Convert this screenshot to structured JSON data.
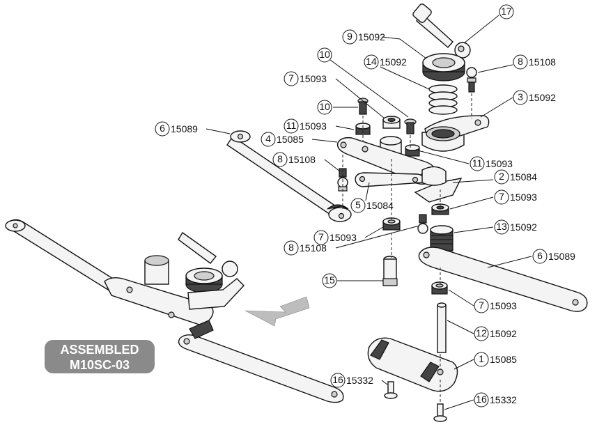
{
  "callouts": [
    {
      "num": "17",
      "code": ""
    },
    {
      "num": "9",
      "code": "15092"
    },
    {
      "num": "8",
      "code": "15108"
    },
    {
      "num": "10",
      "code": ""
    },
    {
      "num": "14",
      "code": "15092"
    },
    {
      "num": "7",
      "code": "15093"
    },
    {
      "num": "3",
      "code": "15092"
    },
    {
      "num": "10",
      "code": ""
    },
    {
      "num": "11",
      "code": "15093"
    },
    {
      "num": "6",
      "code": "15089"
    },
    {
      "num": "4",
      "code": "15085"
    },
    {
      "num": "11",
      "code": "15093"
    },
    {
      "num": "8",
      "code": "15108"
    },
    {
      "num": "2",
      "code": "15084"
    },
    {
      "num": "5",
      "code": "15084"
    },
    {
      "num": "7",
      "code": "15093"
    },
    {
      "num": "7",
      "code": "15093"
    },
    {
      "num": "13",
      "code": "15092"
    },
    {
      "num": "8",
      "code": "15108"
    },
    {
      "num": "6",
      "code": "15089"
    },
    {
      "num": "15",
      "code": ""
    },
    {
      "num": "7",
      "code": "15093"
    },
    {
      "num": "12",
      "code": "15092"
    },
    {
      "num": "1",
      "code": "15085"
    },
    {
      "num": "16",
      "code": "15332"
    },
    {
      "num": "16",
      "code": "15332"
    }
  ],
  "badge": {
    "line1": "ASSEMBLED",
    "line2": "M10SC-03"
  },
  "colors": {
    "badge_bg": "#8a8a8a",
    "arrow_fill": "#bdbdbd",
    "ink": "#111111"
  }
}
